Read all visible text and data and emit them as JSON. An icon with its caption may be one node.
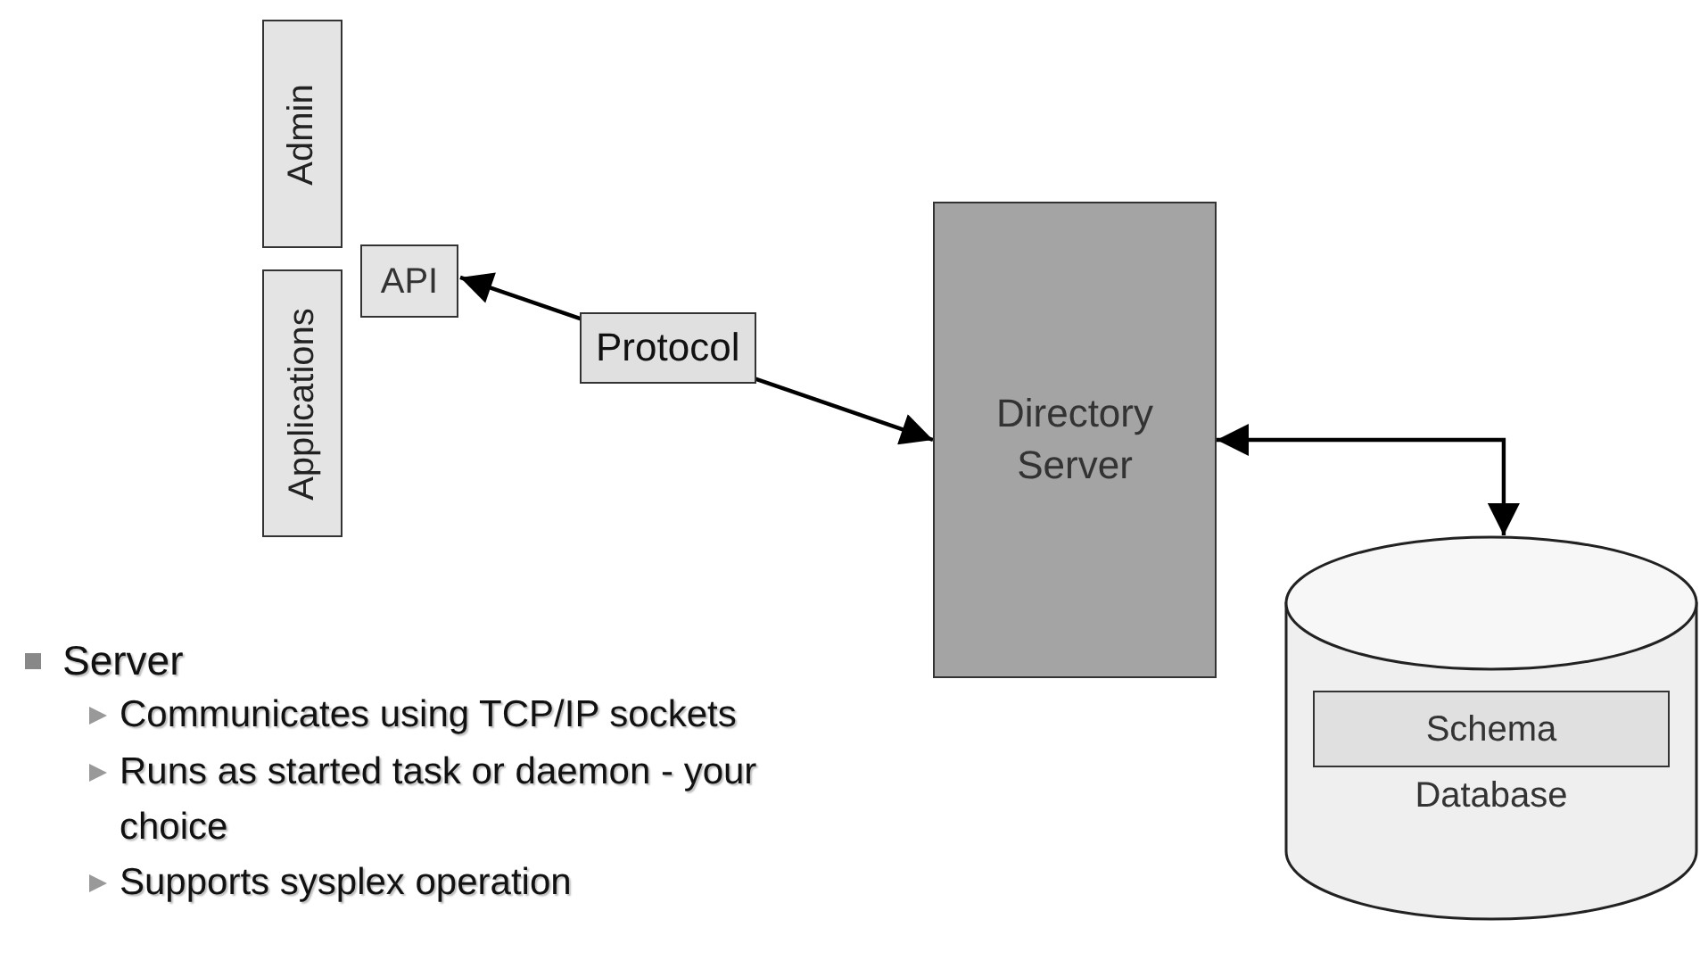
{
  "diagram": {
    "nodes": [
      {
        "text": [
          "Admin"
        ]
      },
      {
        "text": [
          "Applications"
        ]
      },
      {
        "text": [
          "API"
        ]
      },
      {
        "text": [
          "Directory Server"
        ]
      },
      {
        "text": [
          "Database"
        ]
      },
      {
        "text": [
          "Schema"
        ],
        "in": 4
      }
    ],
    "edges": [
      {
        "from": 2,
        "to": 3,
        "arrow": "both",
        "label": "Protocol"
      },
      {
        "from": 3,
        "to": 4,
        "arrow": "both"
      }
    ],
    "labels": [
      "Server",
      "Communicates using TCP/IP sockets",
      "Runs as started task or daemon - your choice",
      "Supports sysplex operation"
    ]
  }
}
